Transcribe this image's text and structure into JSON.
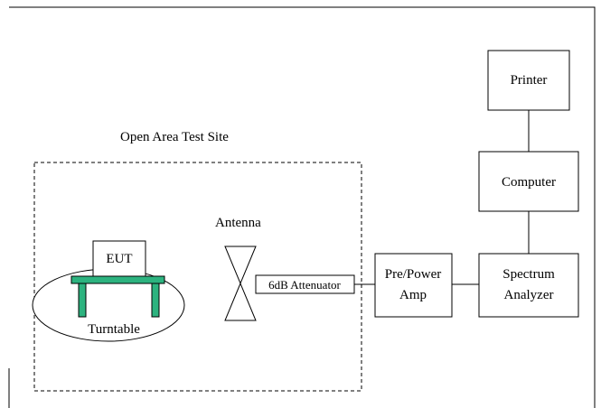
{
  "diagram": {
    "site_label": "Open Area Test Site",
    "antenna_label": "Antenna",
    "eut_label": "EUT",
    "turntable_label": "Turntable",
    "attenuator_label": "6dB Attenuator",
    "preamp_label_line1": "Pre/Power",
    "preamp_label_line2": "Amp",
    "analyzer_label_line1": "Spectrum",
    "analyzer_label_line2": "Analyzer",
    "computer_label": "Computer",
    "printer_label": "Printer",
    "colors": {
      "table": "#2db37f",
      "line": "#000000",
      "background": "#ffffff"
    }
  }
}
